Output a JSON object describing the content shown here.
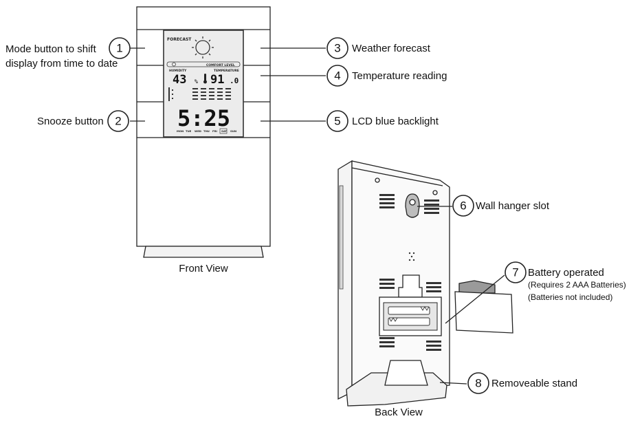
{
  "front_view": {
    "caption": "Front View",
    "lcd": {
      "forecast_label": "FORECAST",
      "comfort_label": "COMFORT LEVEL",
      "humidity_label": "HUMIDITY",
      "temperature_label": "TEMPERATURE",
      "humidity_value": "43",
      "humidity_unit": "%",
      "temperature_value": "91",
      "temperature_decimal": ".0",
      "time_value": "5:25",
      "day_labels": [
        "MON",
        "TUE",
        "WED",
        "THU",
        "FRI",
        "SAT",
        "SUN"
      ]
    }
  },
  "back_view": {
    "caption": "Back View"
  },
  "callouts": [
    {
      "number": "1",
      "lines": [
        "Mode button to shift",
        "display from time to date"
      ]
    },
    {
      "number": "2",
      "lines": [
        "Snooze button"
      ]
    },
    {
      "number": "3",
      "lines": [
        "Weather forecast"
      ]
    },
    {
      "number": "4",
      "lines": [
        "Temperature reading"
      ]
    },
    {
      "number": "5",
      "lines": [
        "LCD blue backlight"
      ]
    },
    {
      "number": "6",
      "lines": [
        "Wall hanger slot"
      ]
    },
    {
      "number": "7",
      "lines": [
        "Battery operated"
      ],
      "sub_lines": [
        "(Requires 2 AAA Batteries)",
        "(Batteries not included)"
      ]
    },
    {
      "number": "8",
      "lines": [
        "Removeable stand"
      ]
    }
  ],
  "colors": {
    "line": "#222222",
    "device_fill": "#ffffff",
    "lcd_fill": "#e9e9e9",
    "shade": "#cfcfcf"
  }
}
